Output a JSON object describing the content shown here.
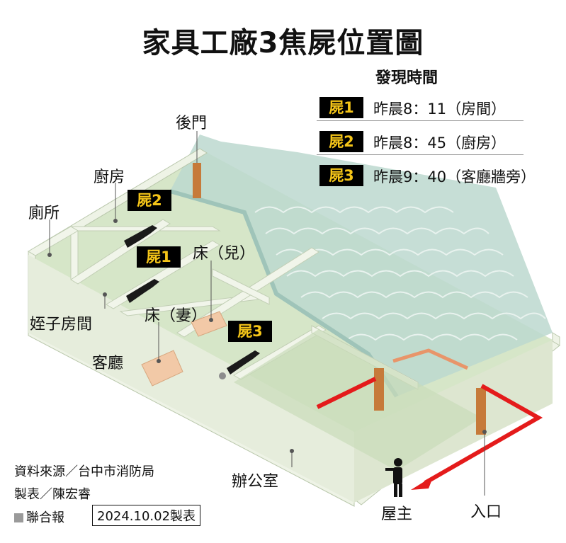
{
  "title": "家具工廠3焦屍位置圖",
  "legend": {
    "heading": "發現時間",
    "items": [
      {
        "tag": "屍1",
        "text": "昨晨8：11（房間）"
      },
      {
        "tag": "屍2",
        "text": "昨晨8：45（廚房）"
      },
      {
        "tag": "屍3",
        "text": "昨晨9：40（客廳牆旁）"
      }
    ]
  },
  "labels": {
    "back_door": "後門",
    "kitchen": "廚房",
    "toilet": "廁所",
    "nephew_room": "姪子房間",
    "living_room": "客廳",
    "bed_son": "床（兒）",
    "bed_wife": "床（妻）",
    "office": "辦公室",
    "owner": "屋主",
    "entrance": "入口"
  },
  "body_tags": {
    "b1": "屍1",
    "b2": "屍2",
    "b3": "屍3"
  },
  "credits": {
    "source": "資料來源／台中市消防局",
    "maker": "製表／陳宏睿",
    "publisher": "聯合報",
    "date": "2024.10.02製表"
  },
  "colors": {
    "tag_bg": "#000000",
    "tag_text": "#f5c518",
    "floor": "#d4e4c6",
    "wall_top": "#eef3e6",
    "roof": "#bcd8cf",
    "door": "#c67a3a",
    "route": "#e41b1b"
  }
}
